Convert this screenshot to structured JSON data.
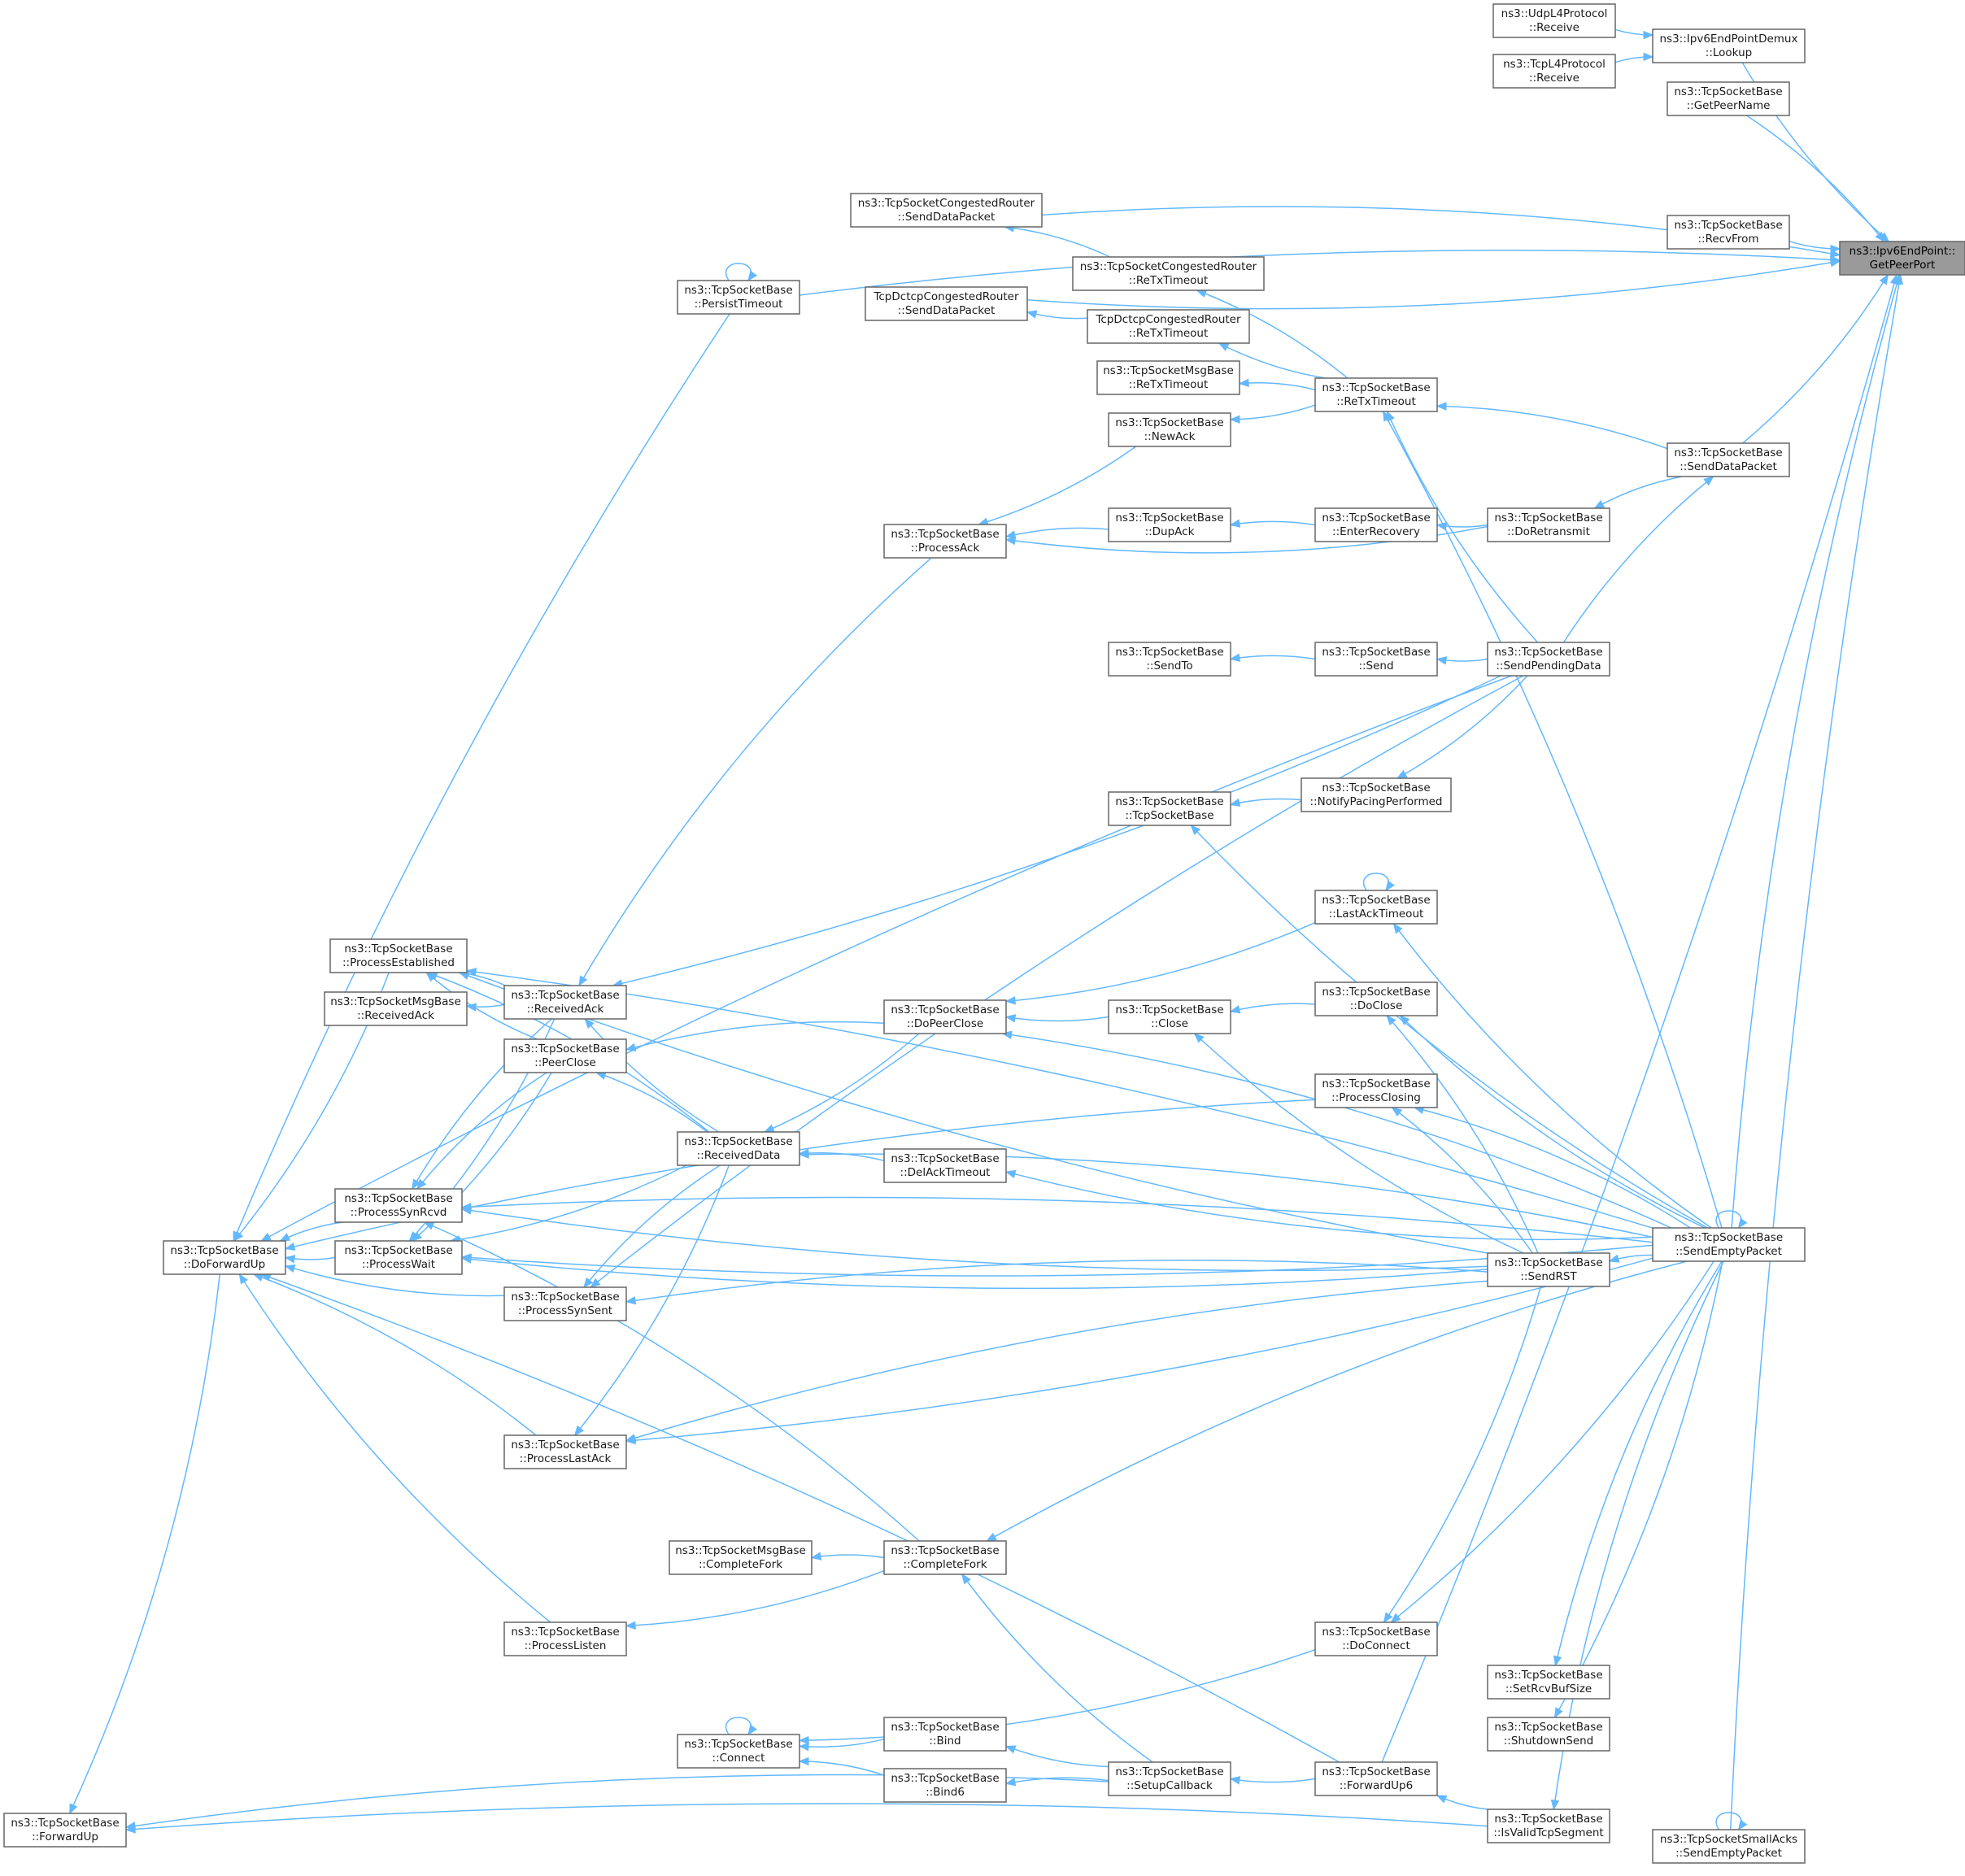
{
  "diagram": {
    "title": "",
    "root": "root",
    "nodes": [
      {
        "id": "root",
        "l1": "ns3::Ipv6EndPoint::",
        "l2": "GetPeerPort"
      },
      {
        "id": "udpRecv",
        "l1": "ns3::UdpL4Protocol",
        "l2": "::Receive"
      },
      {
        "id": "tcpL4Recv",
        "l1": "ns3::TcpL4Protocol",
        "l2": "::Receive"
      },
      {
        "id": "demuxLookup",
        "l1": "ns3::Ipv6EndPointDemux",
        "l2": "::Lookup"
      },
      {
        "id": "getPeerName",
        "l1": "ns3::TcpSocketBase",
        "l2": "::GetPeerName"
      },
      {
        "id": "recvFrom",
        "l1": "ns3::TcpSocketBase",
        "l2": "::RecvFrom"
      },
      {
        "id": "crSendData",
        "l1": "ns3::TcpSocketCongestedRouter",
        "l2": "::SendDataPacket"
      },
      {
        "id": "dctcpSendData",
        "l1": "TcpDctcpCongestedRouter",
        "l2": "::SendDataPacket"
      },
      {
        "id": "crReTx",
        "l1": "ns3::TcpSocketCongestedRouter",
        "l2": "::ReTxTimeout"
      },
      {
        "id": "dctcpReTx",
        "l1": "TcpDctcpCongestedRouter",
        "l2": "::ReTxTimeout"
      },
      {
        "id": "msgReTx",
        "l1": "ns3::TcpSocketMsgBase",
        "l2": "::ReTxTimeout"
      },
      {
        "id": "reTx",
        "l1": "ns3::TcpSocketBase",
        "l2": "::ReTxTimeout"
      },
      {
        "id": "newAck",
        "l1": "ns3::TcpSocketBase",
        "l2": "::NewAck"
      },
      {
        "id": "persist",
        "l1": "ns3::TcpSocketBase",
        "l2": "::PersistTimeout"
      },
      {
        "id": "sendDataPkt",
        "l1": "ns3::TcpSocketBase",
        "l2": "::SendDataPacket"
      },
      {
        "id": "dupAck",
        "l1": "ns3::TcpSocketBase",
        "l2": "::DupAck"
      },
      {
        "id": "enterRec",
        "l1": "ns3::TcpSocketBase",
        "l2": "::EnterRecovery"
      },
      {
        "id": "doRetx",
        "l1": "ns3::TcpSocketBase",
        "l2": "::DoRetransmit"
      },
      {
        "id": "procAck",
        "l1": "ns3::TcpSocketBase",
        "l2": "::ProcessAck"
      },
      {
        "id": "sendTo",
        "l1": "ns3::TcpSocketBase",
        "l2": "::SendTo"
      },
      {
        "id": "send",
        "l1": "ns3::TcpSocketBase",
        "l2": "::Send"
      },
      {
        "id": "sendPending",
        "l1": "ns3::TcpSocketBase",
        "l2": "::SendPendingData"
      },
      {
        "id": "notifyPacing",
        "l1": "ns3::TcpSocketBase",
        "l2": "::NotifyPacingPerformed"
      },
      {
        "id": "ctor",
        "l1": "ns3::TcpSocketBase",
        "l2": "::TcpSocketBase"
      },
      {
        "id": "lastAckTO",
        "l1": "ns3::TcpSocketBase",
        "l2": "::LastAckTimeout"
      },
      {
        "id": "procEst",
        "l1": "ns3::TcpSocketBase",
        "l2": "::ProcessEstablished"
      },
      {
        "id": "msgRecvAck",
        "l1": "ns3::TcpSocketMsgBase",
        "l2": "::ReceivedAck"
      },
      {
        "id": "recvAck",
        "l1": "ns3::TcpSocketBase",
        "l2": "::ReceivedAck"
      },
      {
        "id": "doPeerClose",
        "l1": "ns3::TcpSocketBase",
        "l2": "::DoPeerClose"
      },
      {
        "id": "doClose",
        "l1": "ns3::TcpSocketBase",
        "l2": "::DoClose"
      },
      {
        "id": "close",
        "l1": "ns3::TcpSocketBase",
        "l2": "::Close"
      },
      {
        "id": "peerClose",
        "l1": "ns3::TcpSocketBase",
        "l2": "::PeerClose"
      },
      {
        "id": "procClosing",
        "l1": "ns3::TcpSocketBase",
        "l2": "::ProcessClosing"
      },
      {
        "id": "recvData",
        "l1": "ns3::TcpSocketBase",
        "l2": "::ReceivedData"
      },
      {
        "id": "delAckTO",
        "l1": "ns3::TcpSocketBase",
        "l2": "::DelAckTimeout"
      },
      {
        "id": "procSynRcvd",
        "l1": "ns3::TcpSocketBase",
        "l2": "::ProcessSynRcvd"
      },
      {
        "id": "doFwdUp",
        "l1": "ns3::TcpSocketBase",
        "l2": "::DoForwardUp"
      },
      {
        "id": "procWait",
        "l1": "ns3::TcpSocketBase",
        "l2": "::ProcessWait"
      },
      {
        "id": "procSynSent",
        "l1": "ns3::TcpSocketBase",
        "l2": "::ProcessSynSent"
      },
      {
        "id": "sendEmpty",
        "l1": "ns3::TcpSocketBase",
        "l2": "::SendEmptyPacket"
      },
      {
        "id": "sendRST",
        "l1": "ns3::TcpSocketBase",
        "l2": "::SendRST"
      },
      {
        "id": "procLastAck",
        "l1": "ns3::TcpSocketBase",
        "l2": "::ProcessLastAck"
      },
      {
        "id": "msgCompleteFork",
        "l1": "ns3::TcpSocketMsgBase",
        "l2": "::CompleteFork"
      },
      {
        "id": "completeFork",
        "l1": "ns3::TcpSocketBase",
        "l2": "::CompleteFork"
      },
      {
        "id": "procListen",
        "l1": "ns3::TcpSocketBase",
        "l2": "::ProcessListen"
      },
      {
        "id": "doConnect",
        "l1": "ns3::TcpSocketBase",
        "l2": "::DoConnect"
      },
      {
        "id": "setRcvBuf",
        "l1": "ns3::TcpSocketBase",
        "l2": "::SetRcvBufSize"
      },
      {
        "id": "shutdownSend",
        "l1": "ns3::TcpSocketBase",
        "l2": "::ShutdownSend"
      },
      {
        "id": "connect",
        "l1": "ns3::TcpSocketBase",
        "l2": "::Connect"
      },
      {
        "id": "bind",
        "l1": "ns3::TcpSocketBase",
        "l2": "::Bind"
      },
      {
        "id": "bind6",
        "l1": "ns3::TcpSocketBase",
        "l2": "::Bind6"
      },
      {
        "id": "setupCb",
        "l1": "ns3::TcpSocketBase",
        "l2": "::SetupCallback"
      },
      {
        "id": "fwdUp6",
        "l1": "ns3::TcpSocketBase",
        "l2": "::ForwardUp6"
      },
      {
        "id": "isValid",
        "l1": "ns3::TcpSocketBase",
        "l2": "::IsValidTcpSegment"
      },
      {
        "id": "fwdUp",
        "l1": "ns3::TcpSocketBase",
        "l2": "::ForwardUp"
      },
      {
        "id": "smallAcks",
        "l1": "ns3::TcpSocketSmallAcks",
        "l2": "::SendEmptyPacket"
      }
    ],
    "edges": [
      [
        "udpRecv",
        "demuxLookup"
      ],
      [
        "tcpL4Recv",
        "demuxLookup"
      ],
      [
        "demuxLookup",
        "root"
      ],
      [
        "getPeerName",
        "root"
      ],
      [
        "recvFrom",
        "root"
      ],
      [
        "crSendData",
        "root"
      ],
      [
        "dctcpSendData",
        "root"
      ],
      [
        "persist",
        "root"
      ],
      [
        "sendDataPkt",
        "root"
      ],
      [
        "sendEmpty",
        "root"
      ],
      [
        "fwdUp6",
        "root"
      ],
      [
        "smallAcks",
        "root"
      ],
      [
        "crReTx",
        "crSendData"
      ],
      [
        "dctcpReTx",
        "dctcpSendData"
      ],
      [
        "reTx",
        "crReTx"
      ],
      [
        "reTx",
        "dctcpReTx"
      ],
      [
        "reTx",
        "msgReTx"
      ],
      [
        "reTx",
        "newAck"
      ],
      [
        "sendEmpty",
        "reTx"
      ],
      [
        "sendPending",
        "reTx"
      ],
      [
        "sendDataPkt",
        "reTx"
      ],
      [
        "newAck",
        "procAck"
      ],
      [
        "dupAck",
        "procAck"
      ],
      [
        "doRetx",
        "procAck"
      ],
      [
        "enterRec",
        "dupAck"
      ],
      [
        "doRetx",
        "enterRec"
      ],
      [
        "sendDataPkt",
        "doRetx"
      ],
      [
        "sendPending",
        "sendDataPkt"
      ],
      [
        "send",
        "sendTo"
      ],
      [
        "sendPending",
        "send"
      ],
      [
        "sendPending",
        "doFwdUp"
      ],
      [
        "sendPending",
        "recvAck"
      ],
      [
        "sendPending",
        "procSynSent"
      ],
      [
        "sendPending",
        "notifyPacing"
      ],
      [
        "notifyPacing",
        "ctor"
      ],
      [
        "sendEmpty",
        "ctor"
      ],
      [
        "sendEmpty",
        "procEst"
      ],
      [
        "sendEmpty",
        "lastAckTO"
      ],
      [
        "lastAckTO",
        "lastAckTO"
      ],
      [
        "lastAckTO",
        "doPeerClose"
      ],
      [
        "sendEmpty",
        "doPeerClose"
      ],
      [
        "sendEmpty",
        "doClose"
      ],
      [
        "sendEmpty",
        "procClosing"
      ],
      [
        "sendEmpty",
        "delAckTO"
      ],
      [
        "sendEmpty",
        "recvData"
      ],
      [
        "sendEmpty",
        "sendEmpty"
      ],
      [
        "sendEmpty",
        "sendRST"
      ],
      [
        "sendEmpty",
        "procWait"
      ],
      [
        "sendEmpty",
        "procSynRcvd"
      ],
      [
        "sendEmpty",
        "procLastAck"
      ],
      [
        "sendEmpty",
        "completeFork"
      ],
      [
        "sendEmpty",
        "doConnect"
      ],
      [
        "sendEmpty",
        "setRcvBuf"
      ],
      [
        "sendEmpty",
        "shutdownSend"
      ],
      [
        "sendEmpty",
        "isValid"
      ],
      [
        "sendRST",
        "procEst"
      ],
      [
        "sendRST",
        "doClose"
      ],
      [
        "sendRST",
        "close"
      ],
      [
        "sendRST",
        "procClosing"
      ],
      [
        "sendRST",
        "procSynRcvd"
      ],
      [
        "sendRST",
        "procSynSent"
      ],
      [
        "sendRST",
        "procWait"
      ],
      [
        "sendRST",
        "procLastAck"
      ],
      [
        "sendRST",
        "doConnect"
      ],
      [
        "doClose",
        "close"
      ],
      [
        "close",
        "doPeerClose"
      ],
      [
        "doPeerClose",
        "peerClose"
      ],
      [
        "doPeerClose",
        "recvData"
      ],
      [
        "recvAck",
        "procEst"
      ],
      [
        "recvAck",
        "msgRecvAck"
      ],
      [
        "recvAck",
        "procSynRcvd"
      ],
      [
        "recvAck",
        "procWait"
      ],
      [
        "procAck",
        "recvAck"
      ],
      [
        "peerClose",
        "procEst"
      ],
      [
        "peerClose",
        "procSynRcvd"
      ],
      [
        "peerClose",
        "procWait"
      ],
      [
        "recvData",
        "procEst"
      ],
      [
        "recvData",
        "recvAck"
      ],
      [
        "recvData",
        "peerClose"
      ],
      [
        "recvData",
        "procWait"
      ],
      [
        "recvData",
        "procSynSent"
      ],
      [
        "recvData",
        "procLastAck"
      ],
      [
        "delAckTO",
        "recvData"
      ],
      [
        "procEst",
        "doFwdUp"
      ],
      [
        "procSynRcvd",
        "doFwdUp"
      ],
      [
        "procWait",
        "doFwdUp"
      ],
      [
        "procClosing",
        "doFwdUp"
      ],
      [
        "procSynSent",
        "doFwdUp"
      ],
      [
        "procLastAck",
        "doFwdUp"
      ],
      [
        "procListen",
        "doFwdUp"
      ],
      [
        "persist",
        "doFwdUp"
      ],
      [
        "persist",
        "persist"
      ],
      [
        "completeFork",
        "msgCompleteFork"
      ],
      [
        "completeFork",
        "procListen"
      ],
      [
        "completeFork",
        "procSynRcvd"
      ],
      [
        "doConnect",
        "connect"
      ],
      [
        "connect",
        "connect"
      ],
      [
        "bind",
        "connect"
      ],
      [
        "bind6",
        "connect"
      ],
      [
        "setupCb",
        "bind"
      ],
      [
        "setupCb",
        "bind6"
      ],
      [
        "setupCb",
        "completeFork"
      ],
      [
        "setupCb",
        "fwdUp"
      ],
      [
        "fwdUp6",
        "setupCb"
      ],
      [
        "fwdUp6",
        "doFwdUp"
      ],
      [
        "isValid",
        "fwdUp6"
      ],
      [
        "isValid",
        "fwdUp"
      ],
      [
        "doFwdUp",
        "fwdUp"
      ],
      [
        "smallAcks",
        "smallAcks"
      ]
    ]
  }
}
